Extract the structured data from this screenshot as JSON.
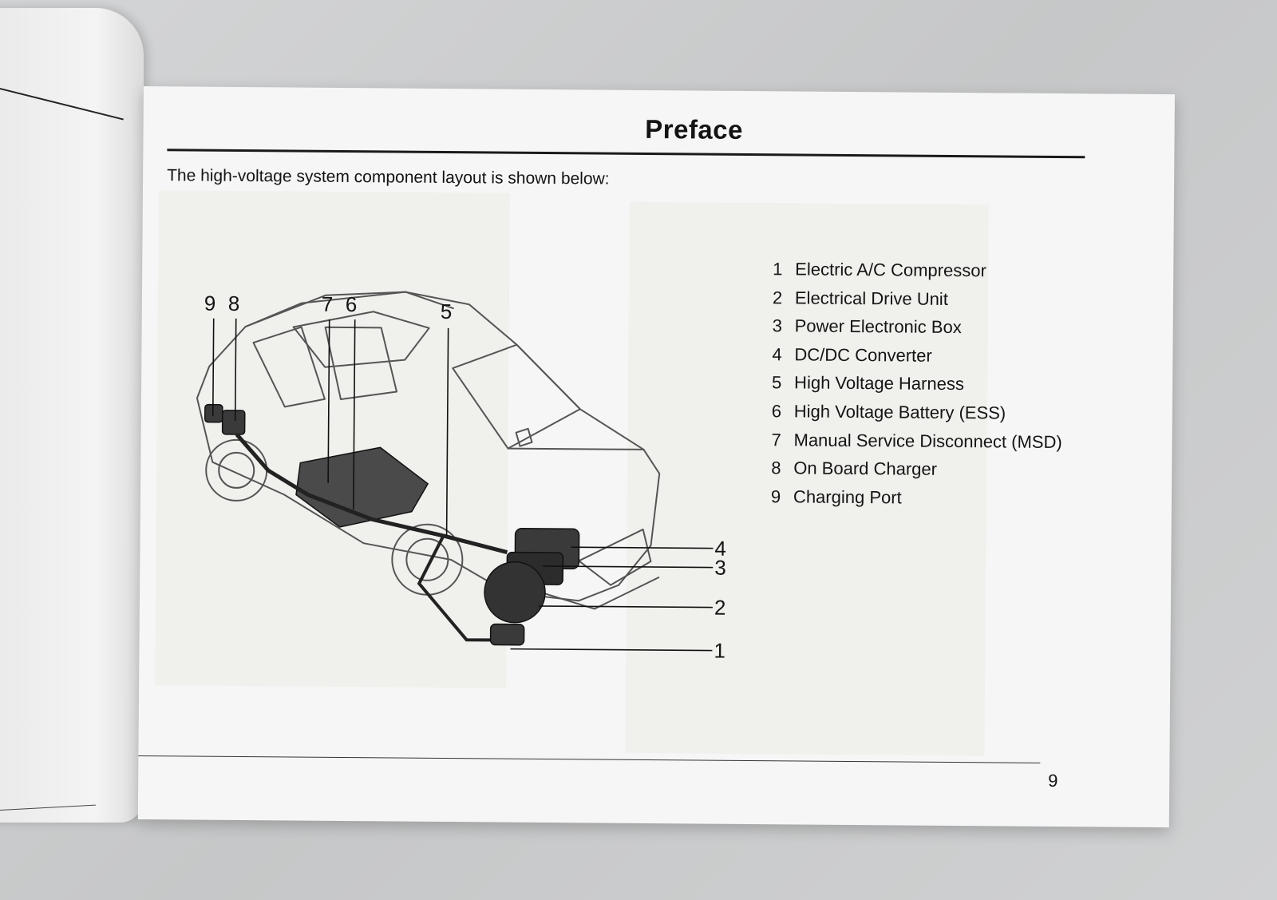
{
  "header": {
    "title": "Preface"
  },
  "intro_text": "The high-voltage system component layout is shown below:",
  "callout_labels": [
    "9",
    "8",
    "7",
    "6",
    "5",
    "4",
    "3",
    "2",
    "1"
  ],
  "legend": [
    {
      "num": "1",
      "label": "Electric A/C Compressor"
    },
    {
      "num": "2",
      "label": "Electrical Drive Unit"
    },
    {
      "num": "3",
      "label": "Power Electronic Box"
    },
    {
      "num": "4",
      "label": "DC/DC Converter"
    },
    {
      "num": "5",
      "label": "High Voltage Harness"
    },
    {
      "num": "6",
      "label": "High Voltage Battery (ESS)"
    },
    {
      "num": "7",
      "label": "Manual Service Disconnect (MSD)"
    },
    {
      "num": "8",
      "label": "On Board Charger"
    },
    {
      "num": "9",
      "label": "Charging Port"
    }
  ],
  "footer": {
    "page_number": "9"
  },
  "colors": {
    "page": "#f6f6f6",
    "ink": "#141414",
    "table": "#c9cacb"
  }
}
